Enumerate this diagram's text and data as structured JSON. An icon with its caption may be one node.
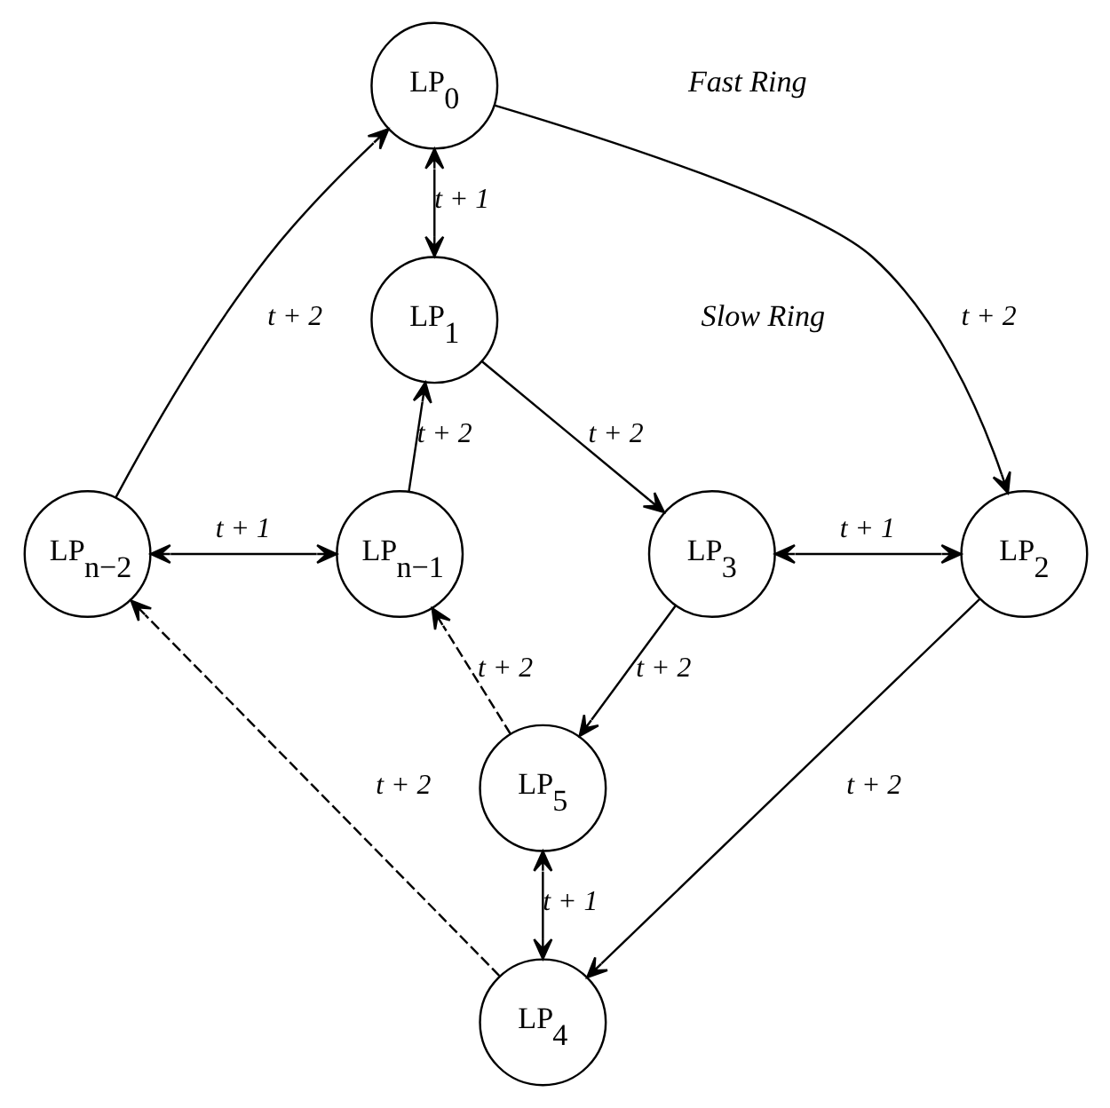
{
  "diagram": {
    "nodes": [
      {
        "text": [
          "LP$_{0}$"
        ]
      },
      {
        "text": [
          "LP$_{1}$"
        ]
      },
      {
        "text": [
          "LP$_{n−2}$"
        ]
      },
      {
        "text": [
          "LP$_{n−1}$"
        ]
      },
      {
        "text": [
          "LP$_{3}$"
        ]
      },
      {
        "text": [
          "LP$_{2}$"
        ]
      },
      {
        "text": [
          "LP$_{5}$"
        ]
      },
      {
        "text": [
          "LP$_{4}$"
        ]
      }
    ],
    "edges": [
      {
        "from": 0,
        "to": 5,
        "arrow": "to",
        "label": "t + 2"
      },
      {
        "from": 5,
        "to": 7,
        "arrow": "to",
        "label": "t + 2"
      },
      {
        "from": 7,
        "to": 2,
        "arrow": "to",
        "label": "t + 2",
        "style": "dashed"
      },
      {
        "from": 2,
        "to": 0,
        "arrow": "to",
        "label": "t + 2"
      },
      {
        "from": 0,
        "to": 1,
        "arrow": "both",
        "label": "t + 1"
      },
      {
        "from": 1,
        "to": 4,
        "arrow": "to",
        "label": "t + 2"
      },
      {
        "from": 4,
        "to": 6,
        "arrow": "to",
        "label": "t + 2"
      },
      {
        "from": 6,
        "to": 3,
        "arrow": "to",
        "label": "t + 2",
        "style": "dashed"
      },
      {
        "from": 3,
        "to": 1,
        "arrow": "to",
        "label": "t + 2"
      },
      {
        "from": 2,
        "to": 3,
        "arrow": "both",
        "label": "t + 1"
      },
      {
        "from": 4,
        "to": 5,
        "arrow": "both",
        "label": "t + 1"
      },
      {
        "from": 6,
        "to": 7,
        "arrow": "both",
        "label": "t + 1"
      }
    ],
    "labels": [
      "Fast Ring",
      "Slow Ring"
    ]
  }
}
